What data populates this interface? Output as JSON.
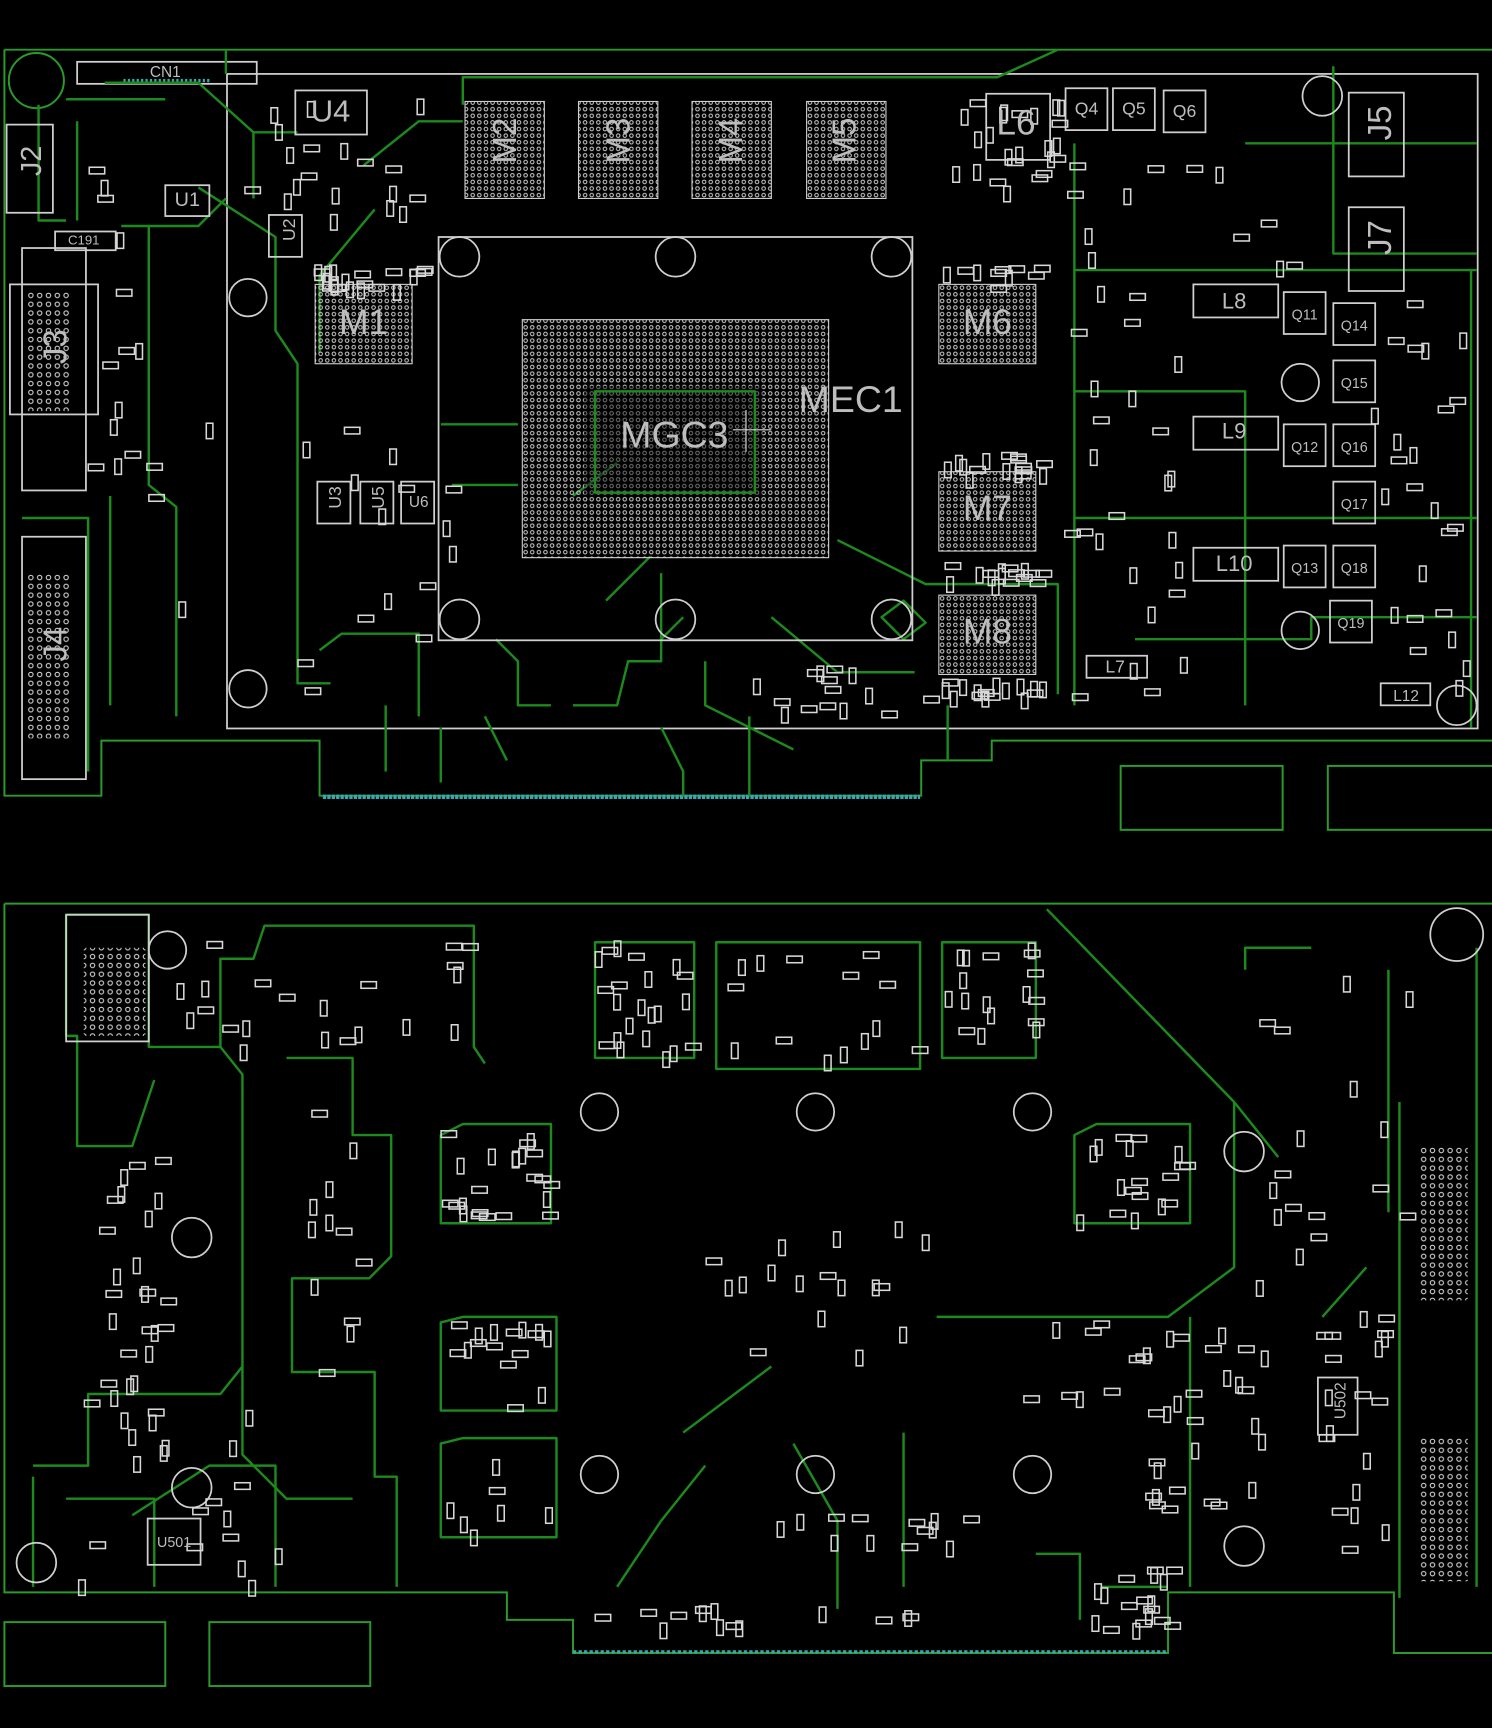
{
  "view": {
    "title": "PCB layout – top and bottom layers"
  },
  "colors": {
    "background": "#000000",
    "trace": "#1c8a1c",
    "silkscreen": "#cfcfcf",
    "edge_connector": "#3aa6b0"
  },
  "top_board": {
    "labels": [
      "CN1",
      "U4",
      "J2",
      "U1",
      "C191",
      "U2",
      "J3",
      "J4",
      "M2",
      "M3",
      "M4",
      "M5",
      "L6",
      "Q4",
      "Q5",
      "Q6",
      "J5",
      "J7",
      "M1",
      "M6",
      "MEC1",
      "MGC3",
      "L8",
      "L9",
      "L10",
      "Q11",
      "Q14",
      "Q15",
      "Q12",
      "Q16",
      "Q17",
      "Q13",
      "Q18",
      "Q19",
      "M7",
      "M8",
      "U3",
      "U5",
      "U6",
      "L7",
      "L12"
    ]
  },
  "bottom_board": {
    "labels": [
      "U501",
      "U502"
    ]
  }
}
